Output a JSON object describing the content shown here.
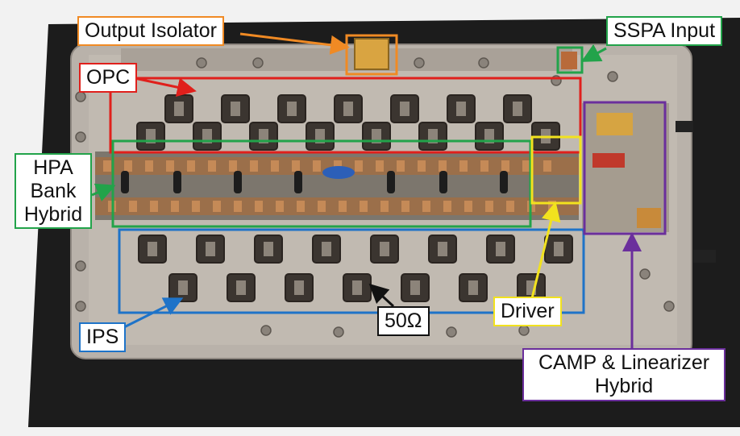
{
  "labels": {
    "output_isolator": "Output Isolator",
    "ssp_input": "SSPA Input",
    "opc": "OPC",
    "hpa_line1": "HPA",
    "hpa_line2": "Bank",
    "hpa_line3": "Hybrid",
    "ips": "IPS",
    "fifty_ohm": "50Ω",
    "driver": "Driver",
    "camp_line1": "CAMP & Linearizer",
    "camp_line2": "Hybrid"
  },
  "colors": {
    "orange": "#f08a24",
    "red": "#e0201c",
    "green": "#22a34a",
    "blue": "#1e73c8",
    "yellow": "#f2e21e",
    "purple": "#6b2f9c",
    "black": "#111111"
  }
}
